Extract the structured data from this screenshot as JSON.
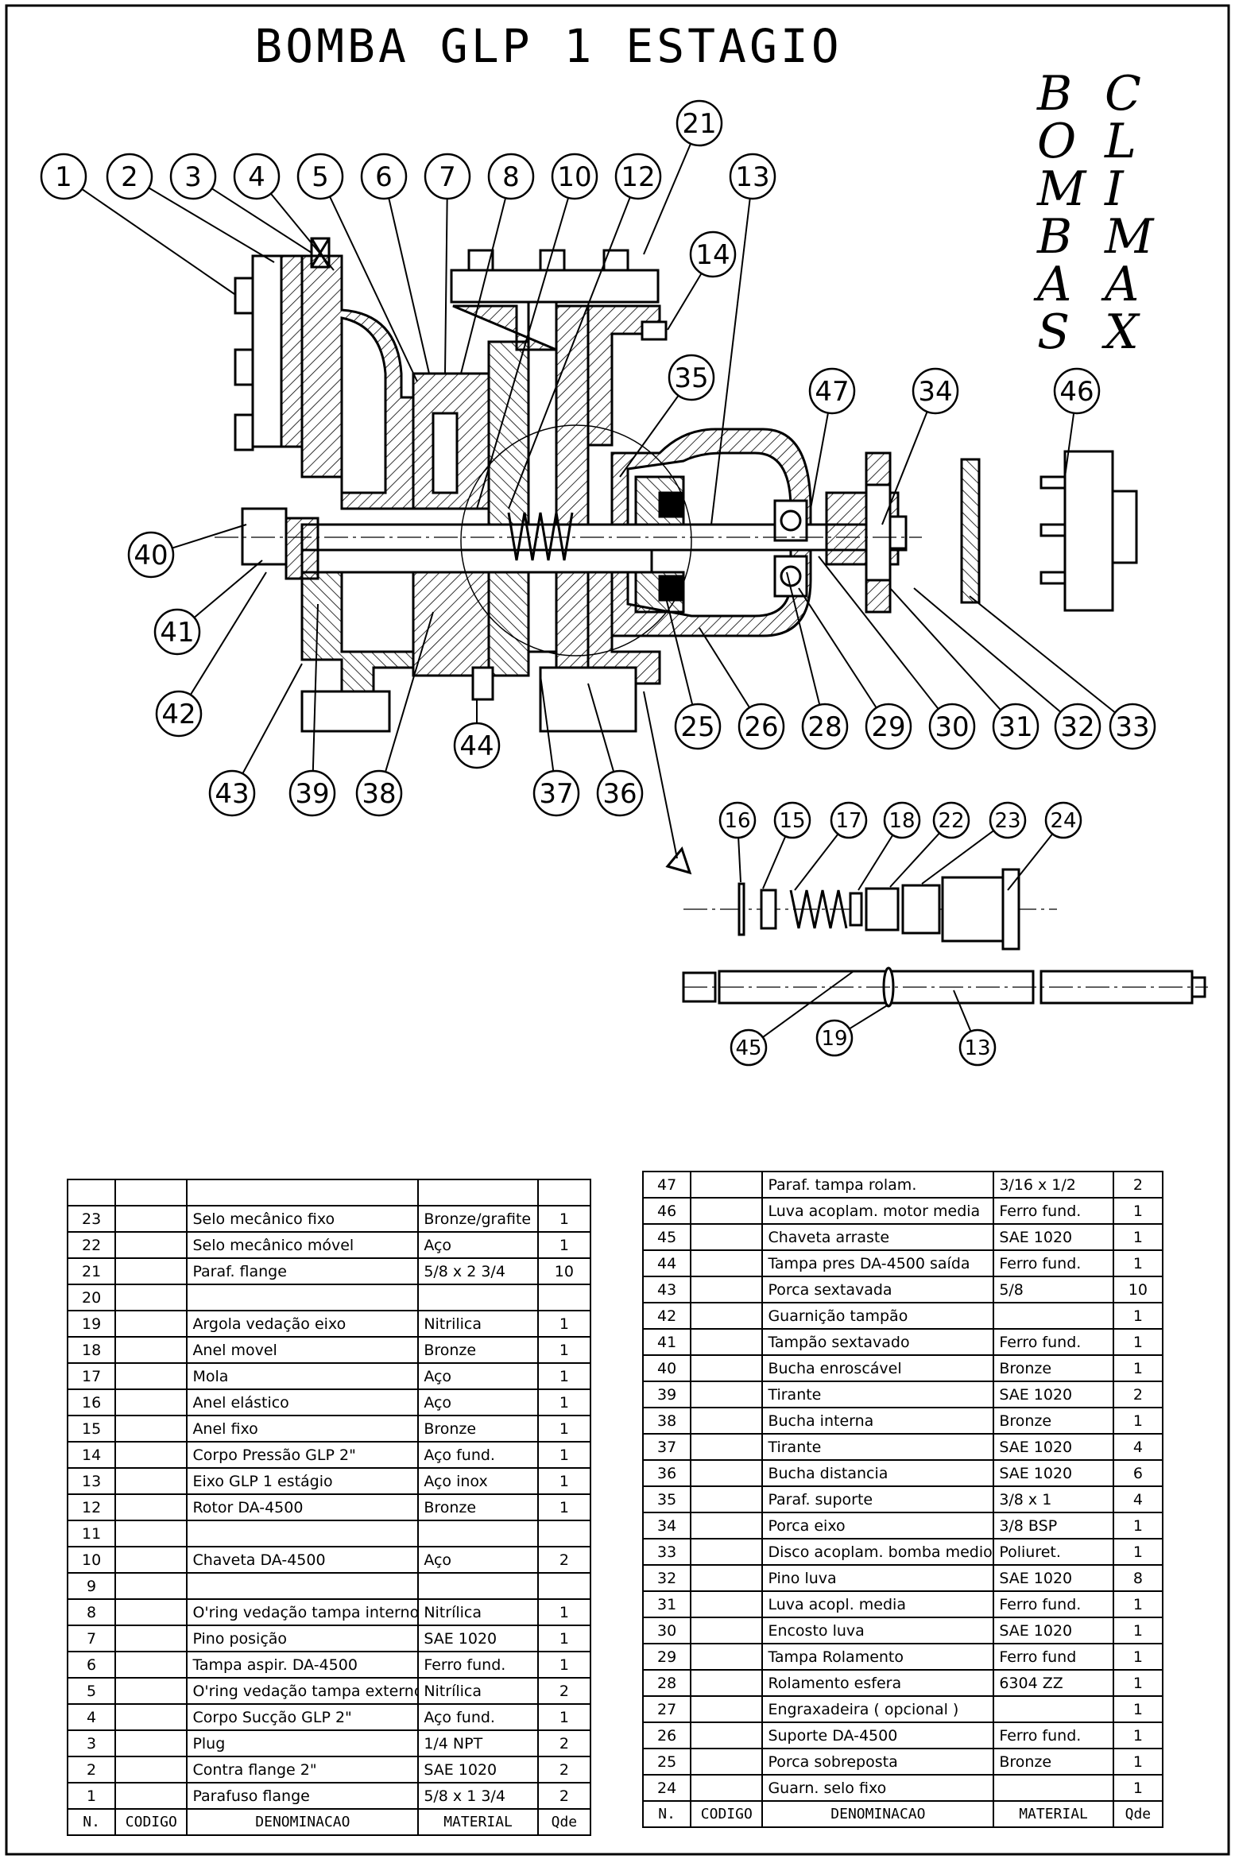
{
  "title": "BOMBA  GLP 1 ESTAGIO",
  "brand": {
    "col1": [
      "B",
      "O",
      "M",
      "B",
      "A",
      "S"
    ],
    "col2": [
      "C",
      "L",
      "I",
      "M",
      "A",
      "X"
    ]
  },
  "callouts": [
    "1",
    "2",
    "3",
    "4",
    "5",
    "6",
    "7",
    "8",
    "10",
    "12",
    "21",
    "13",
    "14",
    "35",
    "47",
    "34",
    "46",
    "40",
    "41",
    "42",
    "43",
    "39",
    "38",
    "44",
    "37",
    "36",
    "25",
    "26",
    "28",
    "29",
    "30",
    "31",
    "32",
    "33",
    "16",
    "15",
    "17",
    "18",
    "22",
    "23",
    "24",
    "45",
    "19",
    "13"
  ],
  "columns": {
    "n": "N.",
    "codigo": "CODIGO",
    "denominacao": "DENOMINACAO",
    "material": "MATERIAL",
    "qde": "Qde"
  },
  "left_table": [
    {
      "n": "23",
      "name": "Selo mecânico fixo",
      "material": "Bronze/grafite",
      "qty": "1"
    },
    {
      "n": "22",
      "name": "Selo mecânico móvel",
      "material": "Aço",
      "qty": "1"
    },
    {
      "n": "21",
      "name": "Paraf. flange",
      "material": "5/8 x 2 3/4",
      "qty": "10"
    },
    {
      "n": "20",
      "name": "",
      "material": "",
      "qty": ""
    },
    {
      "n": "19",
      "name": "Argola vedação eixo",
      "material": "Nitrilica",
      "qty": "1"
    },
    {
      "n": "18",
      "name": "Anel movel",
      "material": "Bronze",
      "qty": "1"
    },
    {
      "n": "17",
      "name": "Mola",
      "material": "Aço",
      "qty": "1"
    },
    {
      "n": "16",
      "name": "Anel elástico",
      "material": "Aço",
      "qty": "1"
    },
    {
      "n": "15",
      "name": "Anel fixo",
      "material": "Bronze",
      "qty": "1"
    },
    {
      "n": "14",
      "name": "Corpo Pressão GLP 2\"",
      "material": "Aço fund.",
      "qty": "1"
    },
    {
      "n": "13",
      "name": "Eixo GLP 1 estágio",
      "material": "Aço inox",
      "qty": "1"
    },
    {
      "n": "12",
      "name": "Rotor DA-4500",
      "material": "Bronze",
      "qty": "1"
    },
    {
      "n": "11",
      "name": "",
      "material": "",
      "qty": ""
    },
    {
      "n": "10",
      "name": "Chaveta DA-4500",
      "material": "Aço",
      "qty": "2"
    },
    {
      "n": "9",
      "name": "",
      "material": "",
      "qty": ""
    },
    {
      "n": "8",
      "name": "O'ring vedação tampa interno",
      "material": "Nitrílica",
      "qty": "1"
    },
    {
      "n": "7",
      "name": "Pino posição",
      "material": "SAE 1020",
      "qty": "1"
    },
    {
      "n": "6",
      "name": "Tampa aspir. DA-4500",
      "material": "Ferro fund.",
      "qty": "1"
    },
    {
      "n": "5",
      "name": "O'ring vedação tampa externo",
      "material": "Nitrílica",
      "qty": "2"
    },
    {
      "n": "4",
      "name": "Corpo Sucção GLP 2\"",
      "material": "Aço fund.",
      "qty": "1"
    },
    {
      "n": "3",
      "name": "Plug",
      "material": "1/4 NPT",
      "qty": "2"
    },
    {
      "n": "2",
      "name": "Contra flange 2\"",
      "material": "SAE 1020",
      "qty": "2"
    },
    {
      "n": "1",
      "name": "Parafuso flange",
      "material": "5/8 x 1 3/4",
      "qty": "2"
    }
  ],
  "right_table": [
    {
      "n": "47",
      "name": "Paraf. tampa rolam.",
      "material": "3/16 x 1/2",
      "qty": "2"
    },
    {
      "n": "46",
      "name": "Luva acoplam. motor media",
      "material": "Ferro fund.",
      "qty": "1"
    },
    {
      "n": "45",
      "name": "Chaveta arraste",
      "material": "SAE 1020",
      "qty": "1"
    },
    {
      "n": "44",
      "name": "Tampa pres DA-4500 saída",
      "material": "Ferro fund.",
      "qty": "1"
    },
    {
      "n": "43",
      "name": "Porca sextavada",
      "material": "5/8",
      "qty": "10"
    },
    {
      "n": "42",
      "name": "Guarnição tampão",
      "material": "",
      "qty": "1"
    },
    {
      "n": "41",
      "name": "Tampão sextavado",
      "material": "Ferro fund.",
      "qty": "1"
    },
    {
      "n": "40",
      "name": "Bucha enroscável",
      "material": "Bronze",
      "qty": "1"
    },
    {
      "n": "39",
      "name": "Tirante",
      "material": "SAE 1020",
      "qty": "2"
    },
    {
      "n": "38",
      "name": "Bucha interna",
      "material": "Bronze",
      "qty": "1"
    },
    {
      "n": "37",
      "name": "Tirante",
      "material": "SAE 1020",
      "qty": "4"
    },
    {
      "n": "36",
      "name": "Bucha distancia",
      "material": "SAE 1020",
      "qty": "6"
    },
    {
      "n": "35",
      "name": "Paraf. suporte",
      "material": "3/8 x 1",
      "qty": "4"
    },
    {
      "n": "34",
      "name": "Porca eixo",
      "material": "3/8 BSP",
      "qty": "1"
    },
    {
      "n": "33",
      "name": "Disco acoplam. bomba medio",
      "material": "Poliuret.",
      "qty": "1"
    },
    {
      "n": "32",
      "name": "Pino luva",
      "material": "SAE 1020",
      "qty": "8"
    },
    {
      "n": "31",
      "name": "Luva acopl. media",
      "material": "Ferro fund.",
      "qty": "1"
    },
    {
      "n": "30",
      "name": "Encosto luva",
      "material": "SAE 1020",
      "qty": "1"
    },
    {
      "n": "29",
      "name": "Tampa Rolamento",
      "material": "Ferro fund",
      "qty": "1"
    },
    {
      "n": "28",
      "name": "Rolamento esfera",
      "material": "6304 ZZ",
      "qty": "1"
    },
    {
      "n": "27",
      "name": "Engraxadeira ( opcional )",
      "material": "",
      "qty": "1"
    },
    {
      "n": "26",
      "name": "Suporte DA-4500",
      "material": "Ferro fund.",
      "qty": "1"
    },
    {
      "n": "25",
      "name": "Porca sobreposta",
      "material": "Bronze",
      "qty": "1"
    },
    {
      "n": "24",
      "name": "Guarn. selo fixo",
      "material": "",
      "qty": "1"
    }
  ]
}
